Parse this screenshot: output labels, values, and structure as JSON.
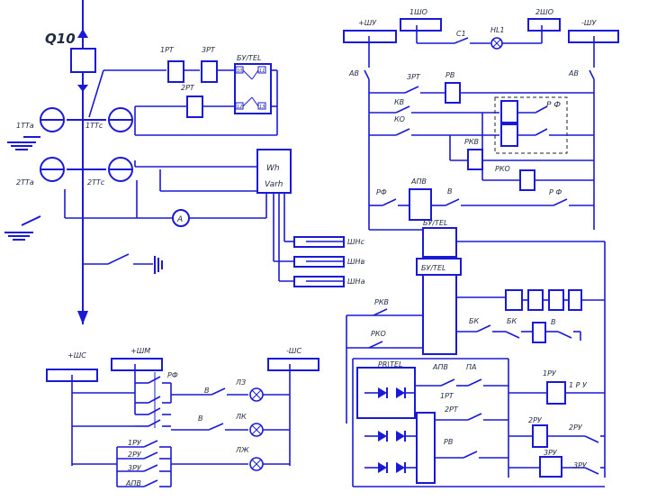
{
  "colors": {
    "wire": "#1a1ad6",
    "text": "#1f2a44",
    "background": "#ffffff"
  },
  "left_circuit": {
    "breaker": "Q10",
    "relay_1rt": "1РТ",
    "relay_2rt": "2РТ",
    "relay_3rt": "3РТ",
    "bu_tel_top": "БУ/TEL",
    "bu_pins": [
      "10",
      "11",
      "12",
      "13"
    ],
    "ct_1tta": "1ТТа",
    "ct_1ttc": "1ТТс",
    "ct_2tta": "2ТТа",
    "ct_2ttc": "2ТТс",
    "meter_wh": "Wh",
    "meter_varh": "Varh",
    "ammeter": "A",
    "bus_shnc": "ШНс",
    "bus_shnv": "ШНв",
    "bus_shna": "ШНа"
  },
  "signal_circuit": {
    "plus_shs": "+ШС",
    "plus_shm": "+ШМ",
    "minus_shs": "-ШС",
    "rf": "РФ",
    "v1": "В",
    "v2": "В",
    "lz": "ЛЗ",
    "lk": "ЛК",
    "lzh": "ЛЖ",
    "ru1": "1РУ",
    "ru2": "2РУ",
    "ru3": "3РУ",
    "apv": "АПВ"
  },
  "control_circuit": {
    "plus_shu": "+ШУ",
    "sho1": "1ШО",
    "sho2": "2ШО",
    "minus_shu": "-ШУ",
    "s1": "С1",
    "hl1": "HL1",
    "av_left": "АВ",
    "av_right": "АВ",
    "rt3": "3РТ",
    "rv": "РВ",
    "kv": "КВ",
    "ko": "КО",
    "rf": "Р Ф",
    "rkv": "РКВ",
    "rko": "РКО",
    "rf_left": "РФ",
    "apv": "АПВ",
    "v": "В",
    "rf_right": "Р Ф",
    "bu_tel_1": "БУ/TEL",
    "bu_tel_2": "БУ/TEL",
    "rkv2": "РКВ",
    "rko2": "РКО",
    "bk1": "БК",
    "bk2": "БК",
    "v2": "В",
    "pr_tel": "PR|TEL",
    "apv2": "АПВ",
    "pa": "ПА",
    "rt1": "1РТ",
    "rt2": "2РТ",
    "rv2": "РВ",
    "ru1_coil": "1РУ",
    "ru1_label": "1 Р У",
    "ru2_coil": "2РУ",
    "ru2_label": "2РУ",
    "ru3_coil": "3РУ",
    "ru3_label": "3РУ"
  }
}
